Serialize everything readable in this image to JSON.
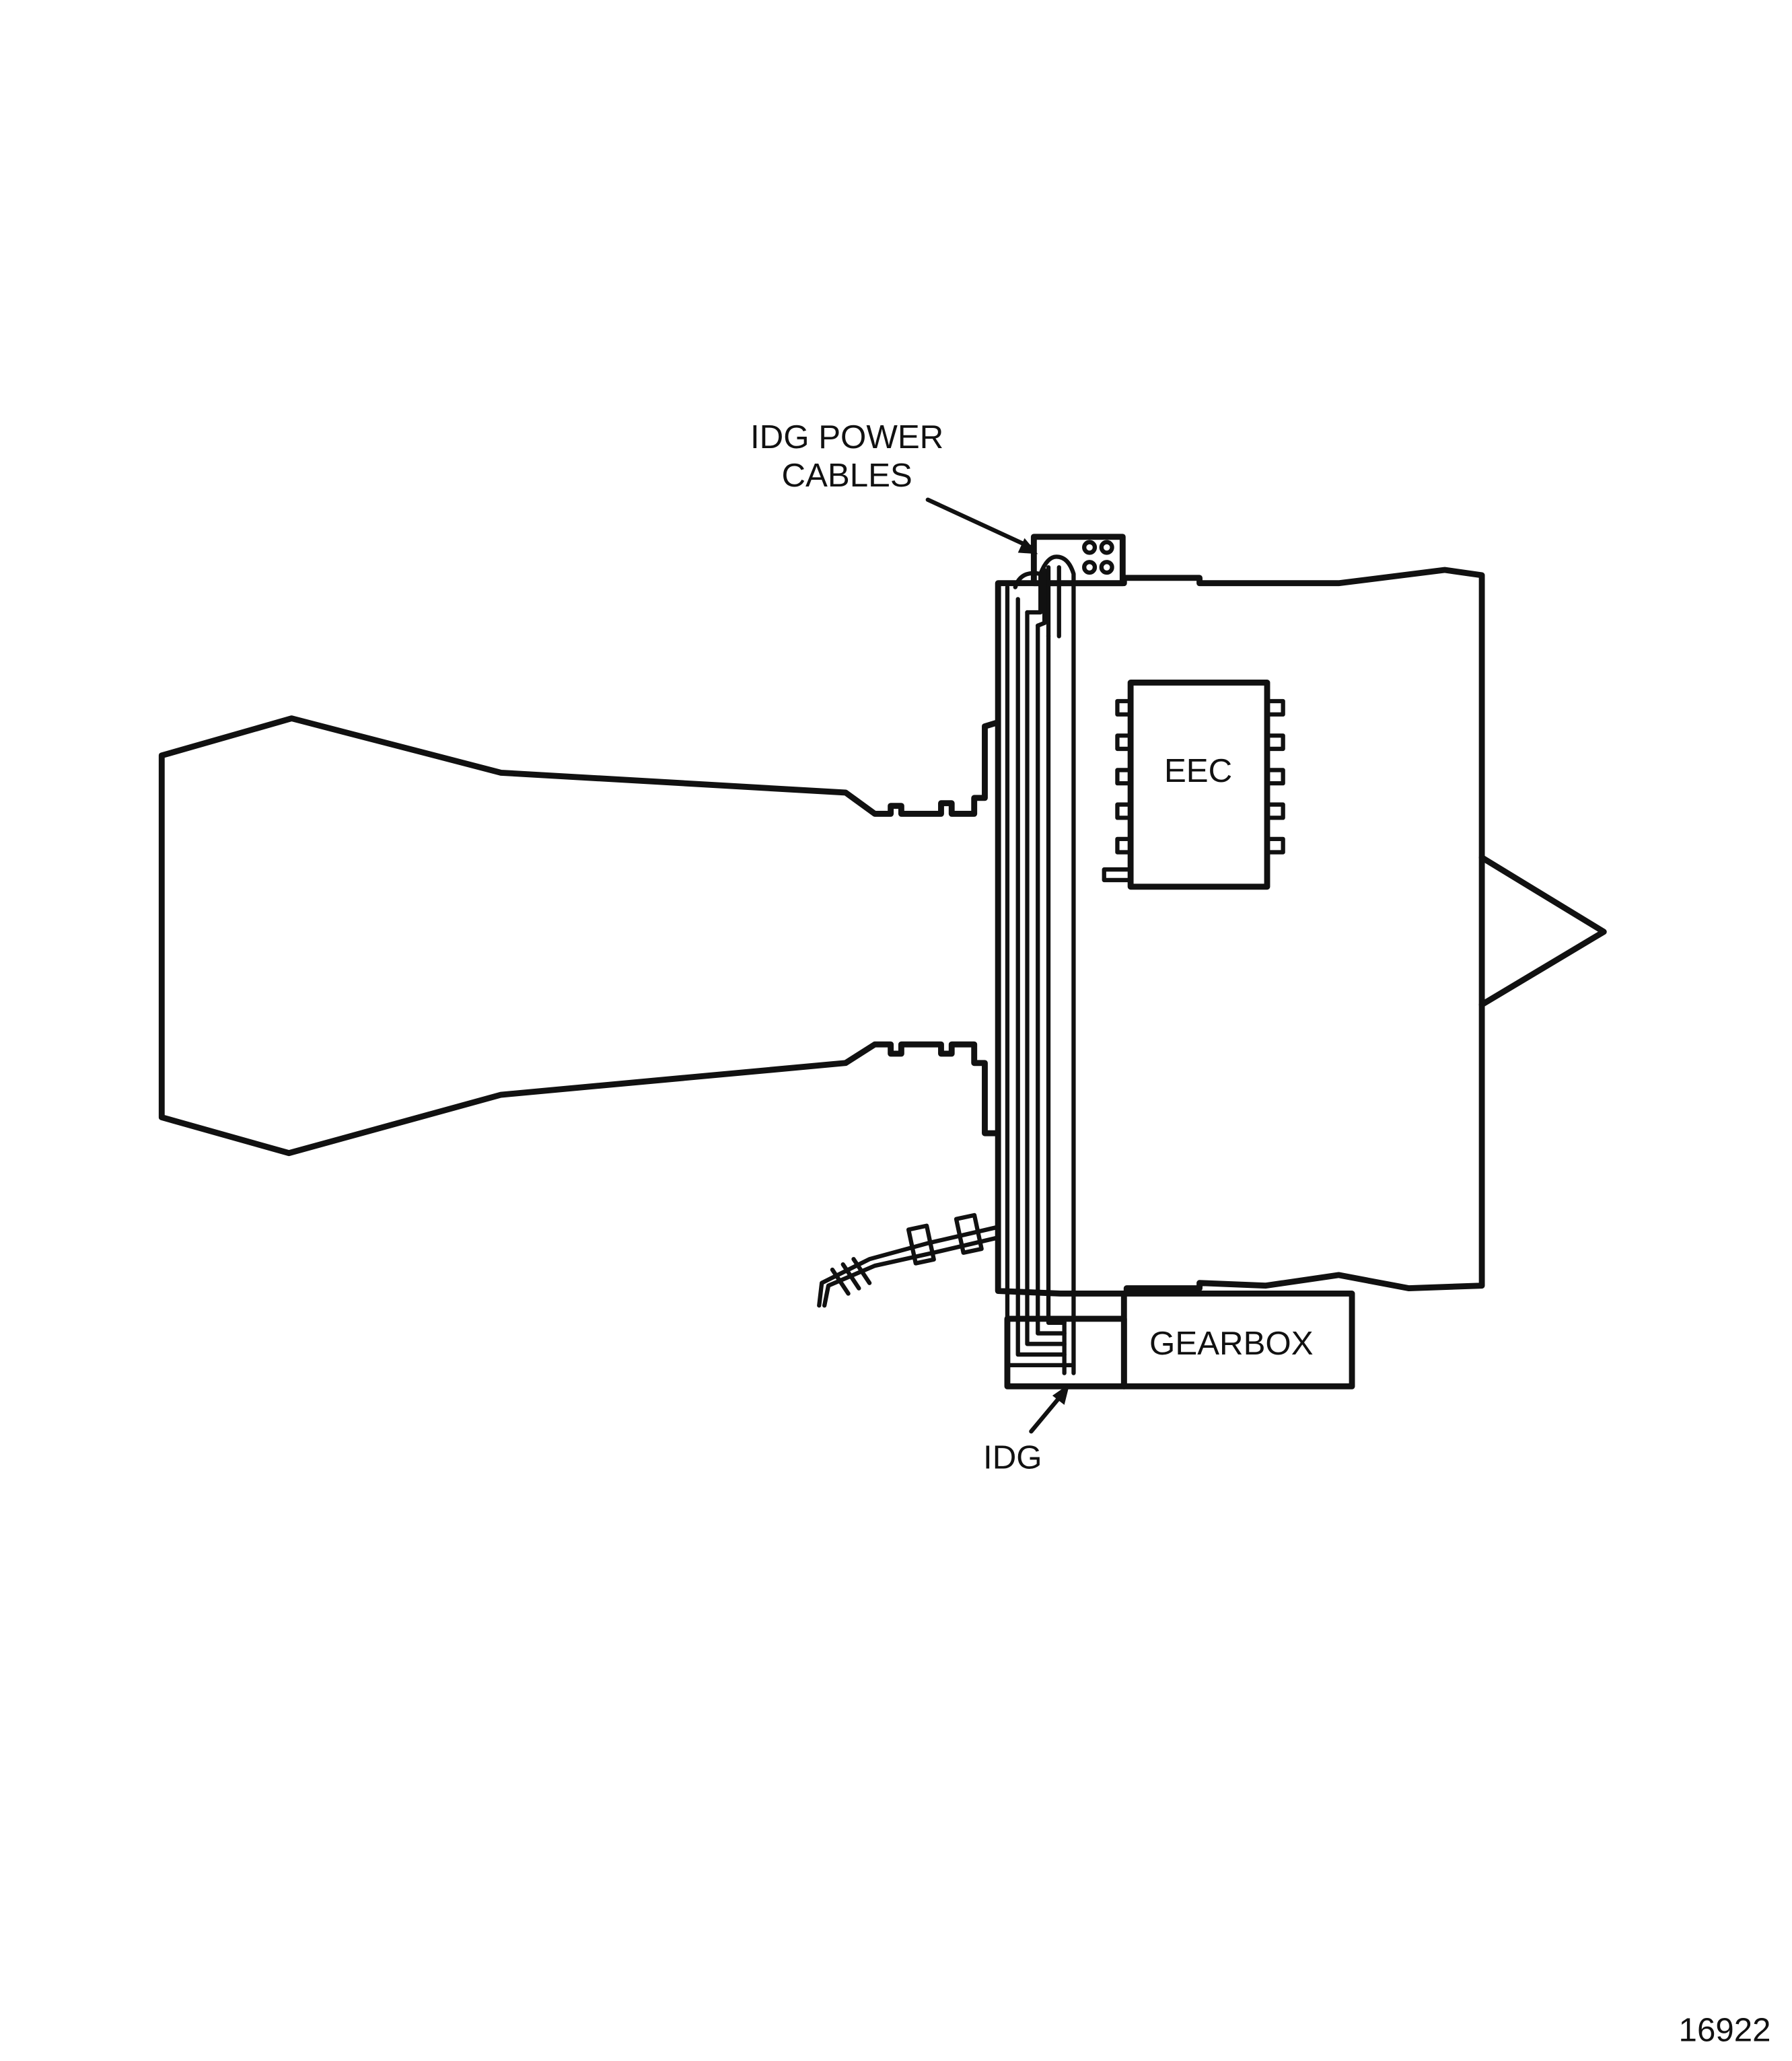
{
  "labels": {
    "idg_power_cables_line1": "IDG POWER",
    "idg_power_cables_line2": "CABLES",
    "eec": "EEC",
    "gearbox": "GEARBOX",
    "idg": "IDG",
    "figure_number": "16922"
  }
}
